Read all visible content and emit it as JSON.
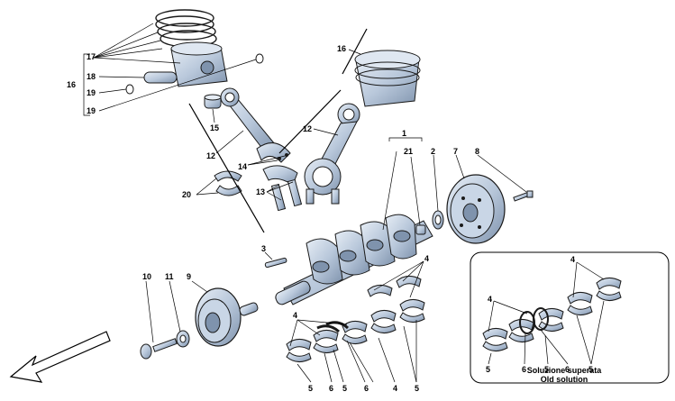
{
  "callouts": {
    "c1": "1",
    "c2": "2",
    "c3": "3",
    "c4a": "4",
    "c4b": "4",
    "c4c": "4",
    "c4d": "4",
    "c4e": "4",
    "c5a": "5",
    "c5b": "5",
    "c5c": "5",
    "c5d": "5",
    "c5e": "5",
    "c5f": "5",
    "c5g": "5",
    "c6a": "6",
    "c6b": "6",
    "c6c": "6",
    "c6d": "6",
    "c7": "7",
    "c8": "8",
    "c9": "9",
    "c10": "10",
    "c11": "11",
    "c12a": "12",
    "c12b": "12",
    "c13": "13",
    "c14": "14",
    "c15": "15",
    "c16a": "16",
    "c16b": "16",
    "c17": "17",
    "c18": "18",
    "c19a": "19",
    "c19b": "19",
    "c20": "20",
    "c21": "21"
  },
  "inset": {
    "title_line1": "Soluzione superata",
    "title_line2": "Old solution"
  },
  "colors": {
    "part_fill": "#c9d6e6",
    "part_dark": "#7f93ad",
    "outline": "#1a1a1a",
    "leader": "#000000"
  }
}
